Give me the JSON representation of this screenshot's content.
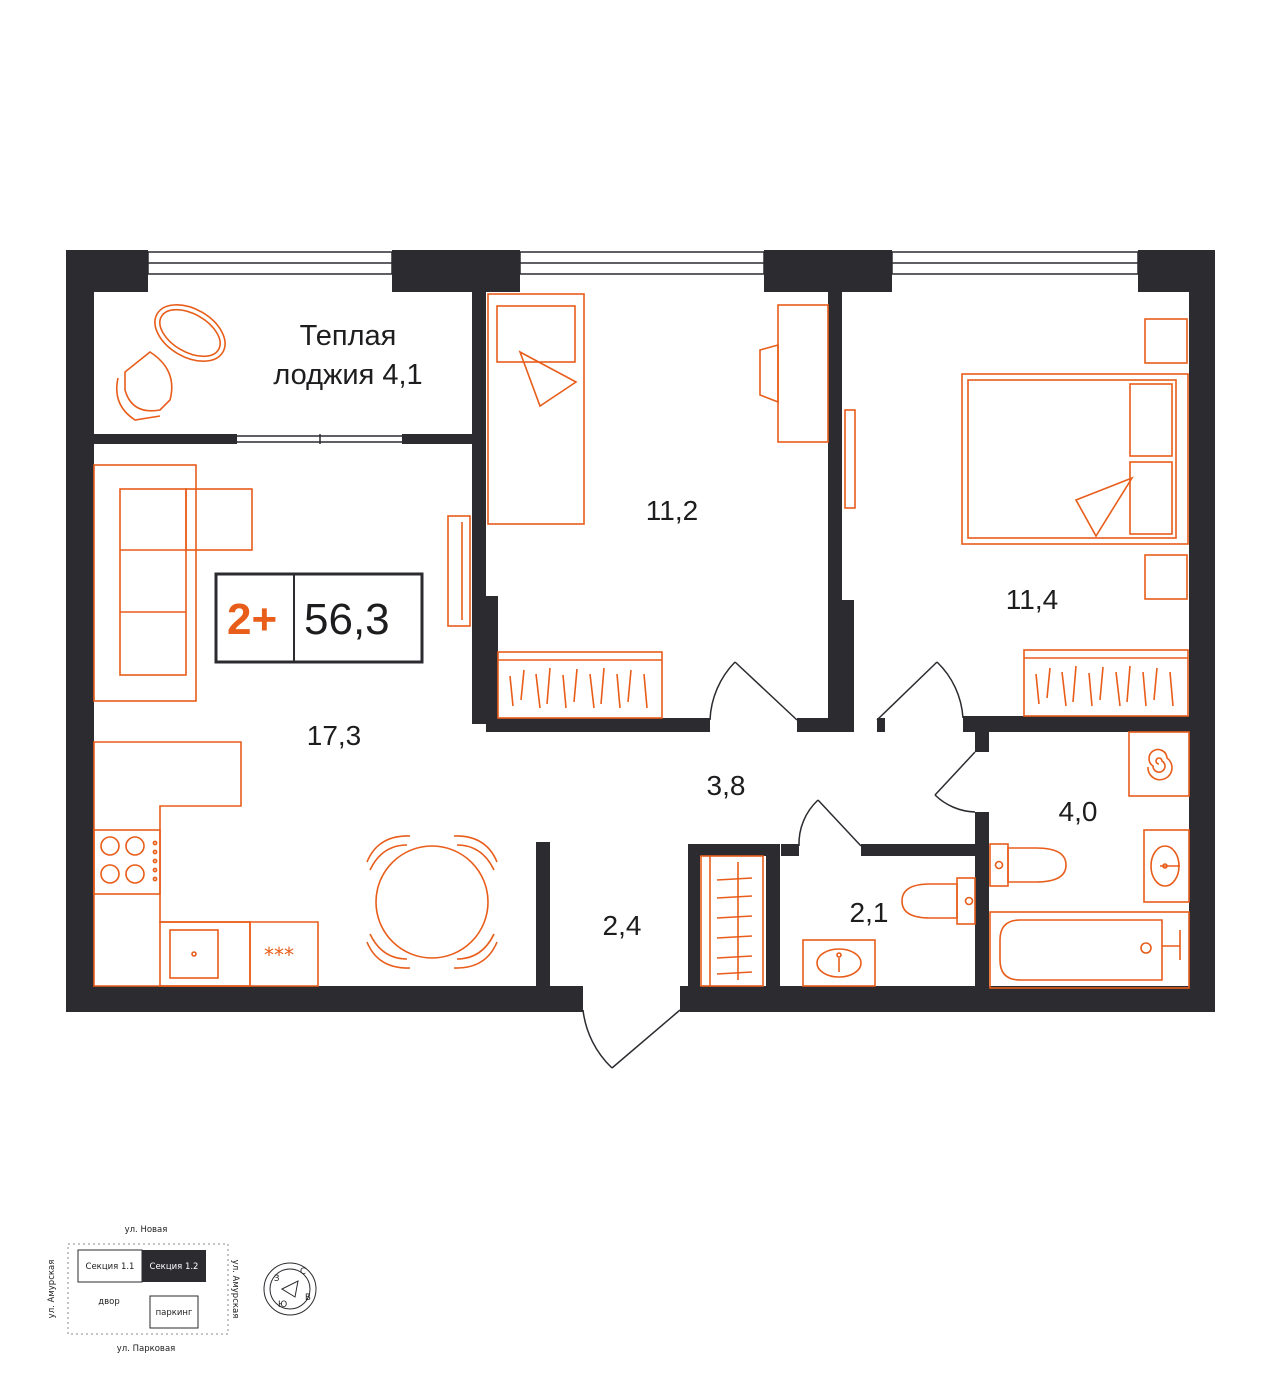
{
  "colors": {
    "wall": "#2b2b30",
    "furniture": "#e85d1a",
    "text": "#1d1d1f",
    "background": "#ffffff"
  },
  "badge": {
    "rooms": "2+",
    "area": "56,3"
  },
  "rooms": {
    "loggia": {
      "line1": "Теплая",
      "line2": "лоджия 4,1"
    },
    "living": "17,3",
    "bedroom_1": "11,2",
    "bedroom_2": "11,4",
    "hall": "3,8",
    "entrance": "2,4",
    "wc": "2,1",
    "bathroom": "4,0"
  },
  "site_plan": {
    "street_top": "ул. Новая",
    "street_bottom": "ул. Парковая",
    "street_left": "ул. Амурская",
    "street_right": "ул. Амурская",
    "section_1": "Секция 1.1",
    "section_2": "Секция 1.2",
    "yard": "двор",
    "parking": "паркинг"
  },
  "compass": {
    "letters": [
      "С",
      "В",
      "Ю",
      "З"
    ]
  },
  "icons": [
    "compass-icon",
    "stove-burner-icon",
    "sink-icon",
    "toilet-icon",
    "bathtub-icon",
    "washing-machine-icon",
    "door-swing-icon"
  ]
}
